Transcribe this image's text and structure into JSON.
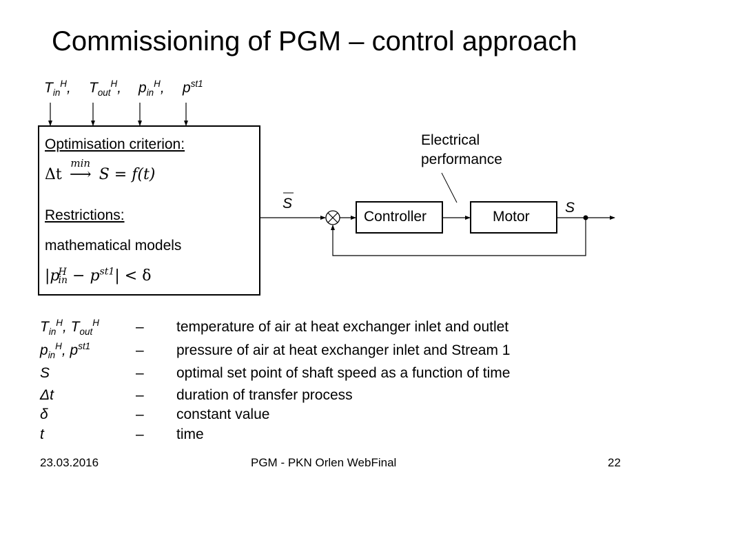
{
  "slide": {
    "title": "Commissioning of PGM – control approach"
  },
  "inputs": [
    {
      "base": "T",
      "sub": "in",
      "sup": "H",
      "sep": ","
    },
    {
      "base": "T",
      "sub": "out",
      "sup": "H",
      "sep": ","
    },
    {
      "base": "p",
      "sub": "in",
      "sup": "H",
      "sep": ","
    },
    {
      "base": "p",
      "sub": "",
      "sup": "st1",
      "sep": ""
    }
  ],
  "optimisation_box": {
    "criterion_heading": "Optimisation criterion:",
    "criterion_formula": {
      "lhs": "Δt",
      "arrow_label": "min",
      "arrow": "⟶",
      "rhs": "S = f(t)"
    },
    "restrictions_heading": "Restrictions:",
    "restriction_1": "mathematical models",
    "restriction_2": {
      "open": "|",
      "p1": "p",
      "p1_sup": "H",
      "p1_sub": "in",
      "minus": " − ",
      "p2": "p",
      "p2_sup": "st1",
      "close": "| < δ"
    }
  },
  "control_loop": {
    "setpoint_label": "S",
    "summing_junction": "⊗",
    "controller_label": "Controller",
    "motor_label": "Motor",
    "output_label": "S",
    "annotation_line1": "Electrical",
    "annotation_line2": "performance"
  },
  "legend": [
    {
      "symbol": "T<sub>in</sub><sup>H</sup>, T<sub>out</sub><sup>H</sup>",
      "dash": "–",
      "description": "temperature of air at heat exchanger inlet and outlet"
    },
    {
      "symbol": "p<sub>in</sub><sup>H</sup>, p<sup>st1</sup>",
      "dash": "–",
      "description": "pressure of air at heat exchanger inlet and Stream 1"
    },
    {
      "symbol": "S",
      "dash": "–",
      "description": "optimal set point of shaft speed as a function of time"
    },
    {
      "symbol": "Δt",
      "dash": "–",
      "description": "duration of transfer process"
    },
    {
      "symbol": "δ",
      "dash": "–",
      "description": "constant value"
    },
    {
      "symbol": "t",
      "dash": "–",
      "description": "time"
    }
  ],
  "footer": {
    "date": "23.03.2016",
    "center": "PGM - PKN Orlen WebFinal",
    "page_number": "22"
  }
}
